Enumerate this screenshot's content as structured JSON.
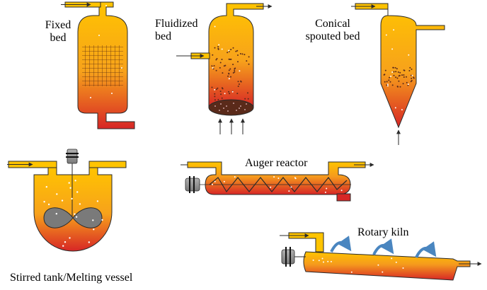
{
  "labels": {
    "fixed_bed": [
      "Fixed",
      "bed"
    ],
    "fluidized_bed": [
      "Fluidized",
      "bed"
    ],
    "conical_spouted_bed": [
      "Conical",
      "spouted bed"
    ],
    "stirred_tank": "Stirred tank/Melting vessel",
    "auger_reactor": "Auger reactor",
    "rotary_kiln": "Rotary kiln"
  },
  "colors": {
    "hot_top": "#ffc400",
    "hot_mid": "#f7a21b",
    "hot_bottom": "#d72626",
    "outline": "#2a2a2a",
    "motor": "#8e8e8e",
    "rotation_arrow": "#4a86c0",
    "particle": "#ffffff",
    "bed_particle": "#5a2a1a"
  }
}
